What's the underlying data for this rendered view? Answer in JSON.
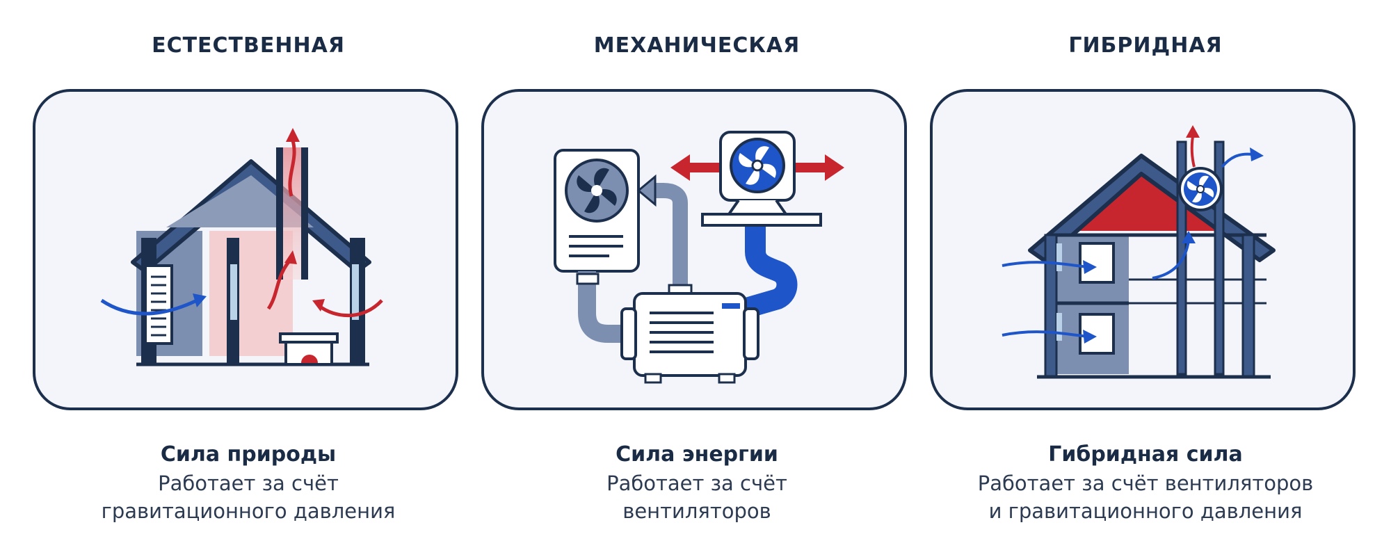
{
  "columns": [
    {
      "heading": "ЕСТЕСТВЕННАЯ",
      "title": "Сила природы",
      "line1": "Работает за счёт",
      "line2": "гравитационного давления"
    },
    {
      "heading": "МЕХАНИЧЕСКАЯ",
      "title": "Сила энергии",
      "line1": "Работает за счёт",
      "line2": "вентиляторов"
    },
    {
      "heading": "ГИБРИДНАЯ",
      "title": "Гибридная сила",
      "line1": "Работает за счёт вентиляторов",
      "line2": "и гравитационного давления"
    }
  ],
  "colors": {
    "navy": "#1c2f4c",
    "slate": "#7d8fb0",
    "red": "#c8262f",
    "blue": "#1e55c8",
    "panel_bg": "#f3f5fa"
  },
  "icons": [
    "house-natural-icon",
    "mechanical-unit-icon",
    "house-hybrid-icon",
    "fan-icon",
    "airflow-arrow-icon"
  ]
}
